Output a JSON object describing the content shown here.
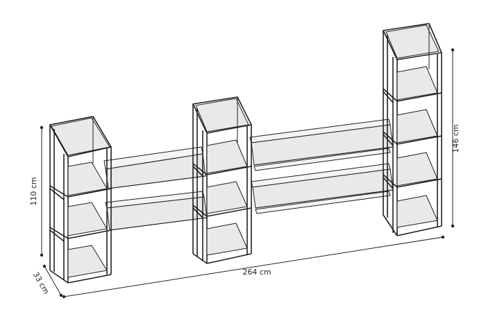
{
  "dimensions": {
    "width_label": "264 cm",
    "depth_label": "33 cm",
    "height_left_label": "110 cm",
    "height_right_label": "146 cm"
  }
}
